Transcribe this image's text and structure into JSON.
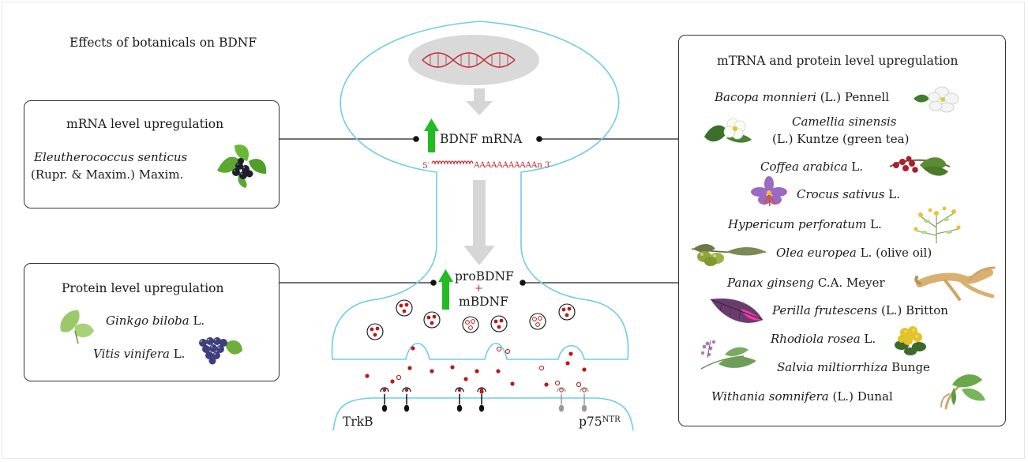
{
  "title": "Effects of botanicals on BDNF",
  "mrna_box": {
    "title": "mRNA level upregulation",
    "plants": [
      {
        "italic": "Eleutherococcus senticus",
        "rest": "",
        "line2": "(Rupr. & Maxim.) Maxim."
      }
    ]
  },
  "protein_box": {
    "title": "Protein level upregulation",
    "plants": [
      {
        "italic": "Ginkgo biloba",
        "rest": " L."
      },
      {
        "italic": "Vitis vinifera",
        "rest": " L."
      }
    ]
  },
  "both_box": {
    "title": "mTRNA and protein level upregulation",
    "plants": [
      {
        "italic": "Bacopa monnieri",
        "rest": " (L.) Pennell"
      },
      {
        "italic": "Camellia sinensis",
        "rest": "",
        "line2": "(L.) Kuntze (green tea)"
      },
      {
        "italic": "Coffea arabica",
        "rest": " L."
      },
      {
        "italic": "Crocus sativus",
        "rest": " L."
      },
      {
        "italic": "Hypericum perforatum",
        "rest": " L."
      },
      {
        "italic": "Olea europea",
        "rest": " L. (olive oil)"
      },
      {
        "italic": "Panax ginseng",
        "rest": " C.A. Meyer"
      },
      {
        "italic": "Perilla frutescens",
        "rest": " (L.) Britton"
      },
      {
        "italic": "Rhodiola rosea",
        "rest": " L."
      },
      {
        "italic": "Salvia miltiorrhiza",
        "rest": " Bunge"
      },
      {
        "italic": "Withania somnifera",
        "rest": "  (L.) Dunal"
      }
    ]
  },
  "neuron": {
    "bdnf_mrna": "BDNF mRNA",
    "five_prime": "5′",
    "poly_a": "AAAAAAAAAAAn 3′",
    "probdnf": "proBDNF",
    "plus": "+",
    "mbdnf": "mBDNF",
    "trkb": "TrkB",
    "p75": "p75",
    "p75_sup": "NTR"
  },
  "colors": {
    "membrane": "#6dcde8",
    "arrow_up": "#22bb22",
    "dna": "#c0282d",
    "vesicle_dot": "#b51b1b",
    "gray_arrow": "#d6d6d6",
    "nucleus": "#d9d9d9"
  }
}
